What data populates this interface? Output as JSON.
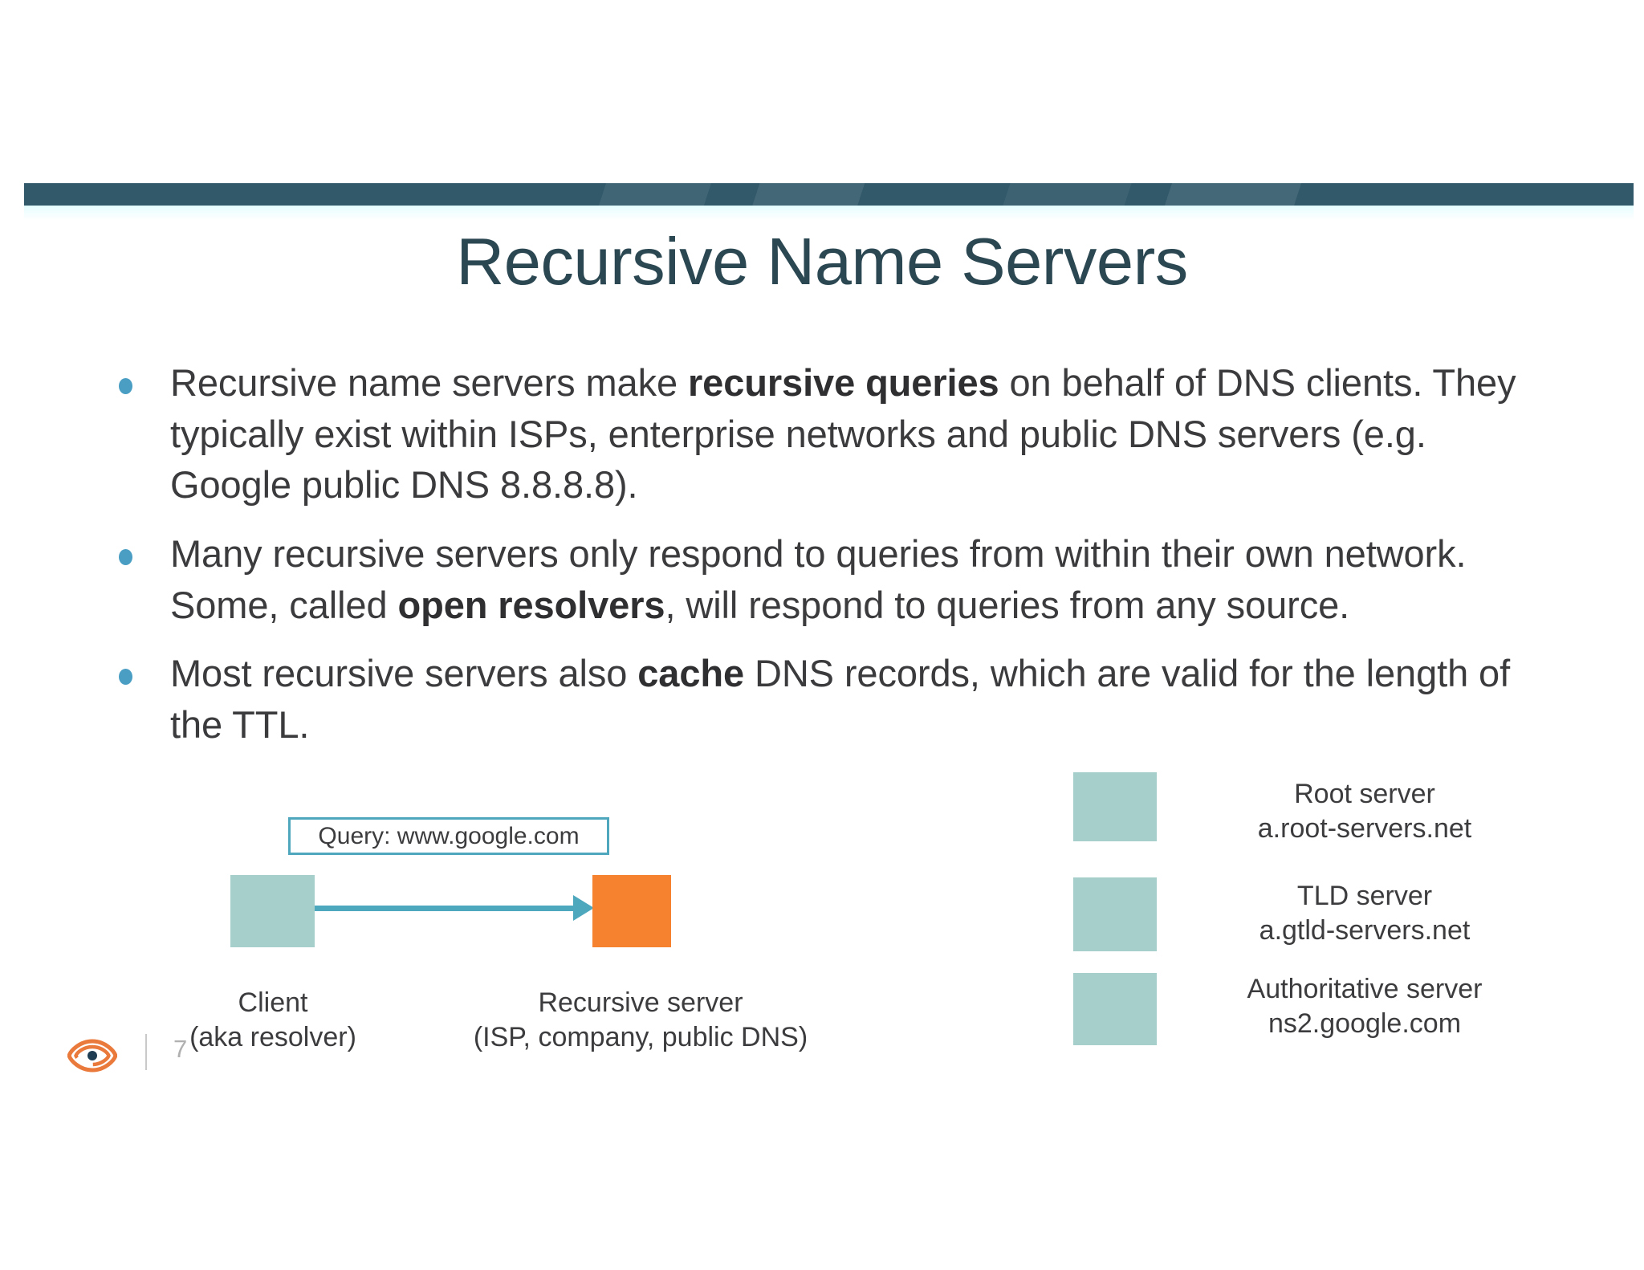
{
  "slide": {
    "title": "Recursive Name Servers",
    "page_number": "7",
    "logo_icon": "eye-icon",
    "accent_colors": {
      "header_bar": "#31596a",
      "title_text": "#2b4752",
      "bullet_dot": "#4a9ec4",
      "teal_box": "#a6cfcb",
      "orange_box": "#f6822f",
      "arrow": "#4da7bd",
      "query_border": "#4fa7bd",
      "body_text": "#3b3b3d"
    }
  },
  "bullets": [
    {
      "segments": [
        {
          "text": "Recursive name servers make ",
          "bold": false
        },
        {
          "text": "recursive queries",
          "bold": true
        },
        {
          "text": " on behalf of DNS clients. They typically exist within ISPs, enterprise networks and public DNS servers (e.g. Google public DNS 8.8.8.8).",
          "bold": false
        }
      ]
    },
    {
      "segments": [
        {
          "text": "Many recursive servers only respond to queries from within their own network. Some, called ",
          "bold": false
        },
        {
          "text": "open resolvers",
          "bold": true
        },
        {
          "text": ", will respond to queries from any source.",
          "bold": false
        }
      ]
    },
    {
      "segments": [
        {
          "text": "Most recursive servers also ",
          "bold": false
        },
        {
          "text": "cache",
          "bold": true
        },
        {
          "text": " DNS records, which are valid for the length of the TTL.",
          "bold": false
        }
      ]
    }
  ],
  "diagram": {
    "query_label": "Query: www.google.com",
    "client": {
      "caption_line1": "Client",
      "caption_line2": "(aka resolver)"
    },
    "recursive": {
      "caption_line1": "Recursive server",
      "caption_line2": "(ISP, company, public DNS)"
    },
    "servers": [
      {
        "name": "Root server",
        "host": "a.root-servers.net"
      },
      {
        "name": "TLD server",
        "host": "a.gtld-servers.net"
      },
      {
        "name": "Authoritative server",
        "host": "ns2.google.com"
      }
    ]
  }
}
